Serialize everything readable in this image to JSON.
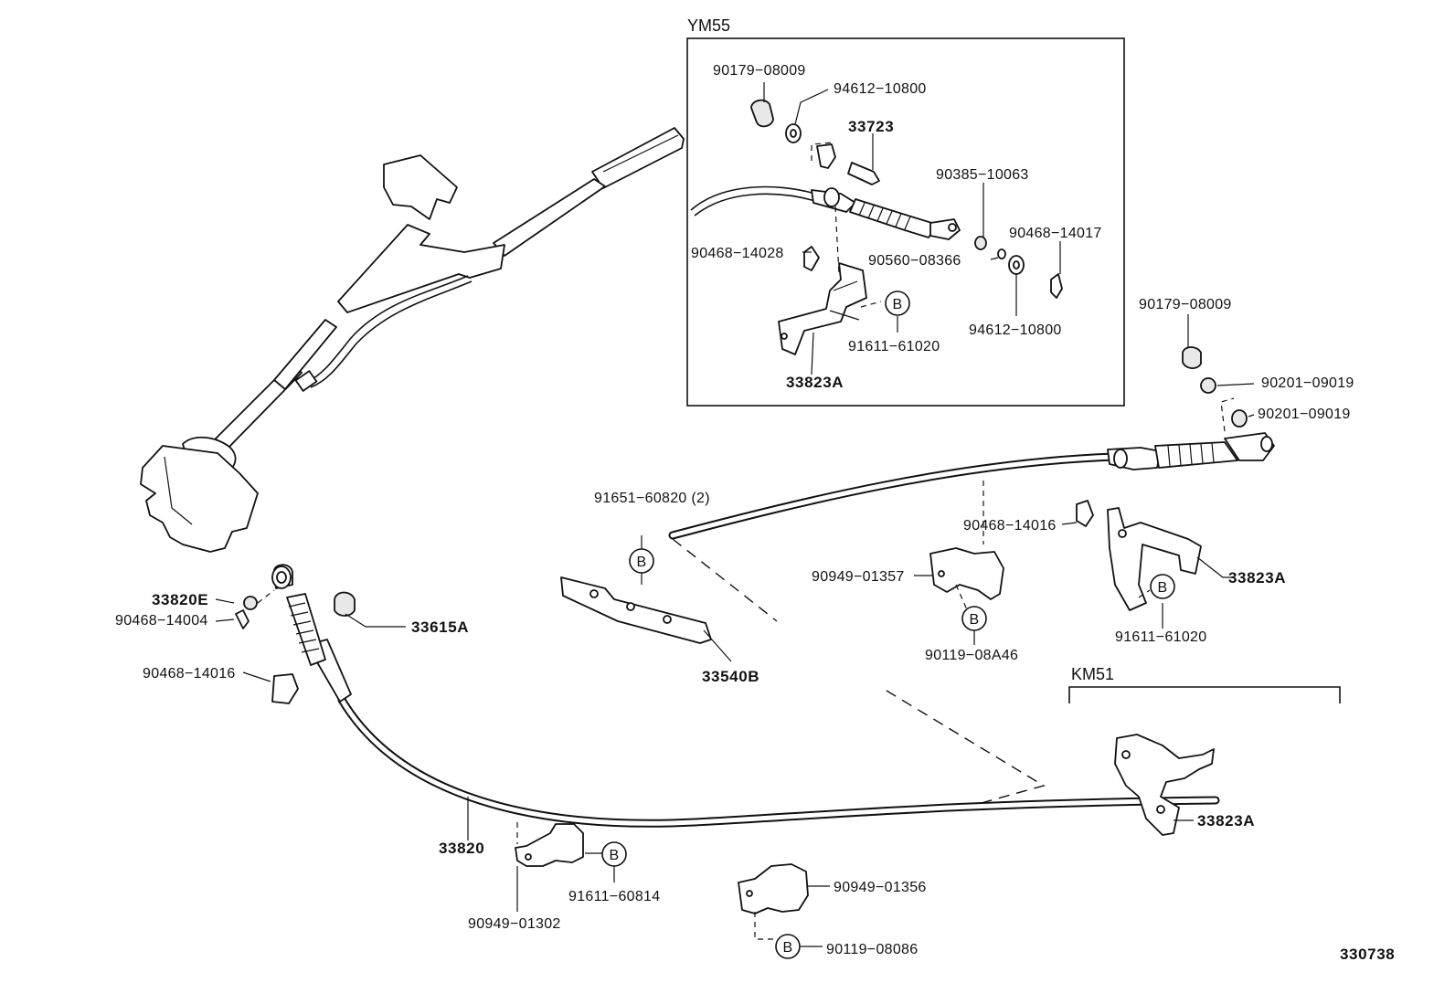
{
  "sections": {
    "ym55": "YM55",
    "km51": "KM51"
  },
  "diagram_id": "330738",
  "circle_letter": "B",
  "labels": {
    "l_90179_08009_a": "90179−08009",
    "l_94612_10800_a": "94612−10800",
    "l_33723": "33723",
    "l_90385_10063": "90385−10063",
    "l_90468_14017": "90468−14017",
    "l_90468_14028": "90468−14028",
    "l_90560_08366": "90560−08366",
    "l_94612_10800_b": "94612−10800",
    "l_91611_61020_a": "91611−61020",
    "l_33823A_a": "33823A",
    "l_90179_08009_b": "90179−08009",
    "l_90201_09019_a": "90201−09019",
    "l_90201_09019_b": "90201−09019",
    "l_91651_60820": "91651−60820 (2)",
    "l_90468_14016_a": "90468−14016",
    "l_90949_01357": "90949−01357",
    "l_33823A_b": "33823A",
    "l_91611_61020_b": "91611−61020",
    "l_90119_08A46": "90119−08A46",
    "l_33540B": "33540B",
    "l_33820E": "33820E",
    "l_90468_14004": "90468−14004",
    "l_33615A": "33615A",
    "l_90468_14016_b": "90468−14016",
    "l_33820": "33820",
    "l_91611_60814": "91611−60814",
    "l_90949_01302": "90949−01302",
    "l_90949_01356": "90949−01356",
    "l_90119_08086": "90119−08086",
    "l_33823A_c": "33823A"
  }
}
